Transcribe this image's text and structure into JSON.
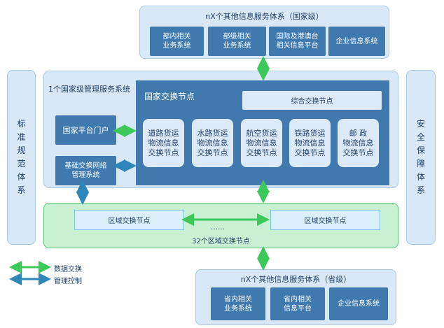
{
  "top_system": {
    "title": "nX个其他信息服务体系（国家级）",
    "items": [
      "部内相关\n业务系统",
      "部级相关\n业务系统",
      "国际及港澳台\n相关信息平台",
      "企业信息系统"
    ]
  },
  "left_panel": {
    "text": "标\n准\n规\n范\n体\n系"
  },
  "right_panel": {
    "text": "安\n全\n保\n障\n体\n系"
  },
  "national": {
    "title": "1个国家级管理服务系统",
    "portal": "国家平台门户",
    "basic_network": "基础交换网络\n管理系统",
    "exchange_title": "国家交换节点",
    "comprehensive": "综合交换节点",
    "nodes": [
      "道路货运\n物流信息\n交换节点",
      "水路货运\n物流信息\n交换节点",
      "航空货运\n物流信息\n交换节点",
      "铁路货运\n物流信息\n交换节点",
      "邮    政\n物流信息\n交换节点"
    ]
  },
  "regional": {
    "left": "区域交换节点",
    "right": "区域交换节点",
    "dots": "……",
    "caption": "32个区域交换节点"
  },
  "legend": {
    "data_exchange": "数据交换",
    "management": "管理控制"
  },
  "bottom_system": {
    "title": "nX个其他信息服务体系（省级）",
    "items": [
      "省内相关\n业务系统",
      "省内相关\n信息平台",
      "企业信息系统"
    ]
  },
  "colors": {
    "green_arrow": "#3cc95a",
    "blue_arrow": "#2f86b8"
  }
}
